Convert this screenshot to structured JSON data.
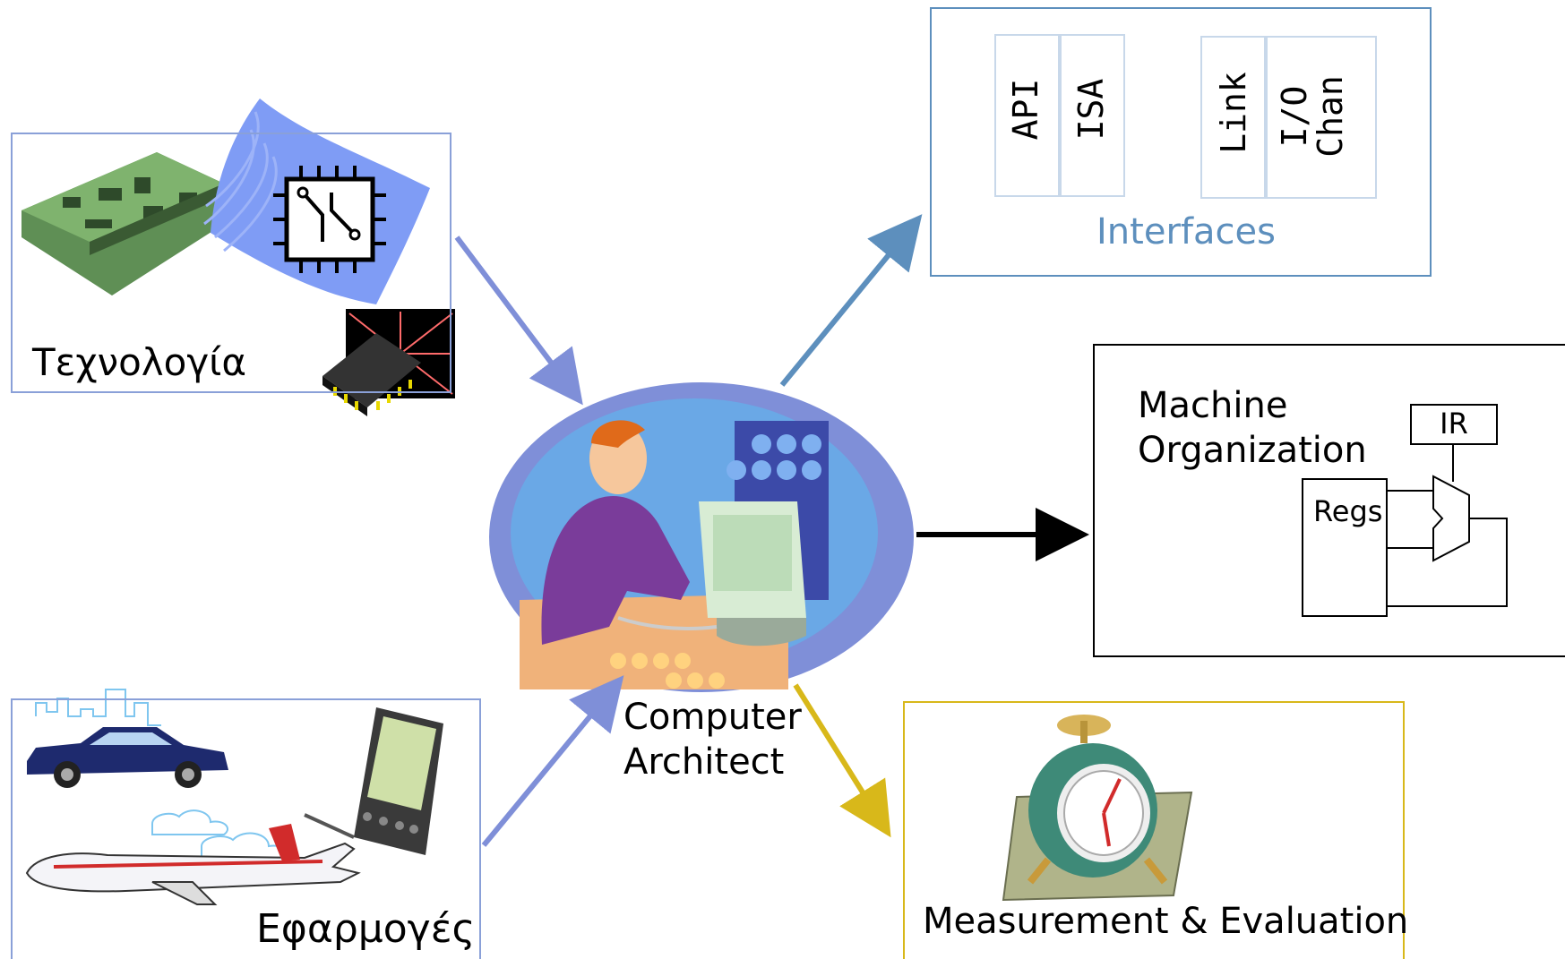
{
  "technology": {
    "label": "Τεχνολογία"
  },
  "applications": {
    "label": "Εφαρμογές"
  },
  "architect": {
    "line1": "Computer",
    "line2": "Architect"
  },
  "interfaces": {
    "title": "Interfaces",
    "columns": [
      "API",
      "ISA",
      "Link",
      "I/O Chan"
    ]
  },
  "organization": {
    "line1": "Machine",
    "line2": "Organization",
    "ir_label": "IR",
    "regs_label": "Regs"
  },
  "measurement": {
    "label": "Measurement & Evaluation"
  },
  "colors": {
    "tech_border": "#8aa0d8",
    "interfaces_border": "#5d8fbd",
    "measure_border": "#d8b81a",
    "arrow_in": "#7f8fd8",
    "arrow_interfaces": "#5d8fbd",
    "arrow_measure": "#d8b81a"
  }
}
